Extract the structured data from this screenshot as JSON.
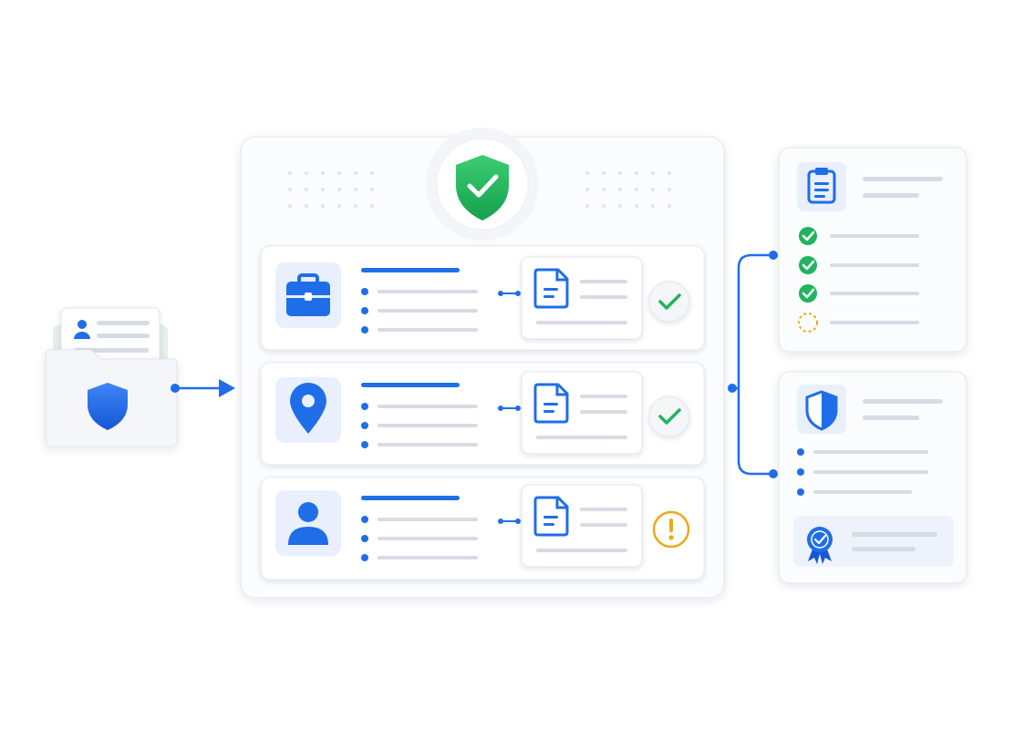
{
  "colors": {
    "primary_blue": "#1f6ee8",
    "check_green": "#22b35e",
    "warning_amber": "#f0a81a",
    "panel_bg": "#fbfcfe",
    "line_gray": "#d7dbe4",
    "icon_tile_bg": "#e9effc"
  },
  "source_folder": {
    "icons": [
      "folder-icon",
      "shield-icon",
      "user-card-icon"
    ]
  },
  "verification_panel": {
    "header_icon": "shield-check-icon",
    "records": [
      {
        "icon": "briefcase-icon",
        "document_icon": "document-icon",
        "status": "verified"
      },
      {
        "icon": "location-pin-icon",
        "document_icon": "document-icon",
        "status": "verified"
      },
      {
        "icon": "user-icon",
        "document_icon": "document-icon",
        "status": "warning"
      }
    ]
  },
  "checklist_card": {
    "icon": "clipboard-icon",
    "items": [
      {
        "state": "done"
      },
      {
        "state": "done"
      },
      {
        "state": "done"
      },
      {
        "state": "pending"
      }
    ]
  },
  "certificate_card": {
    "icon": "shield-icon",
    "badge_icon": "award-badge-icon",
    "bullet_count": 3
  }
}
